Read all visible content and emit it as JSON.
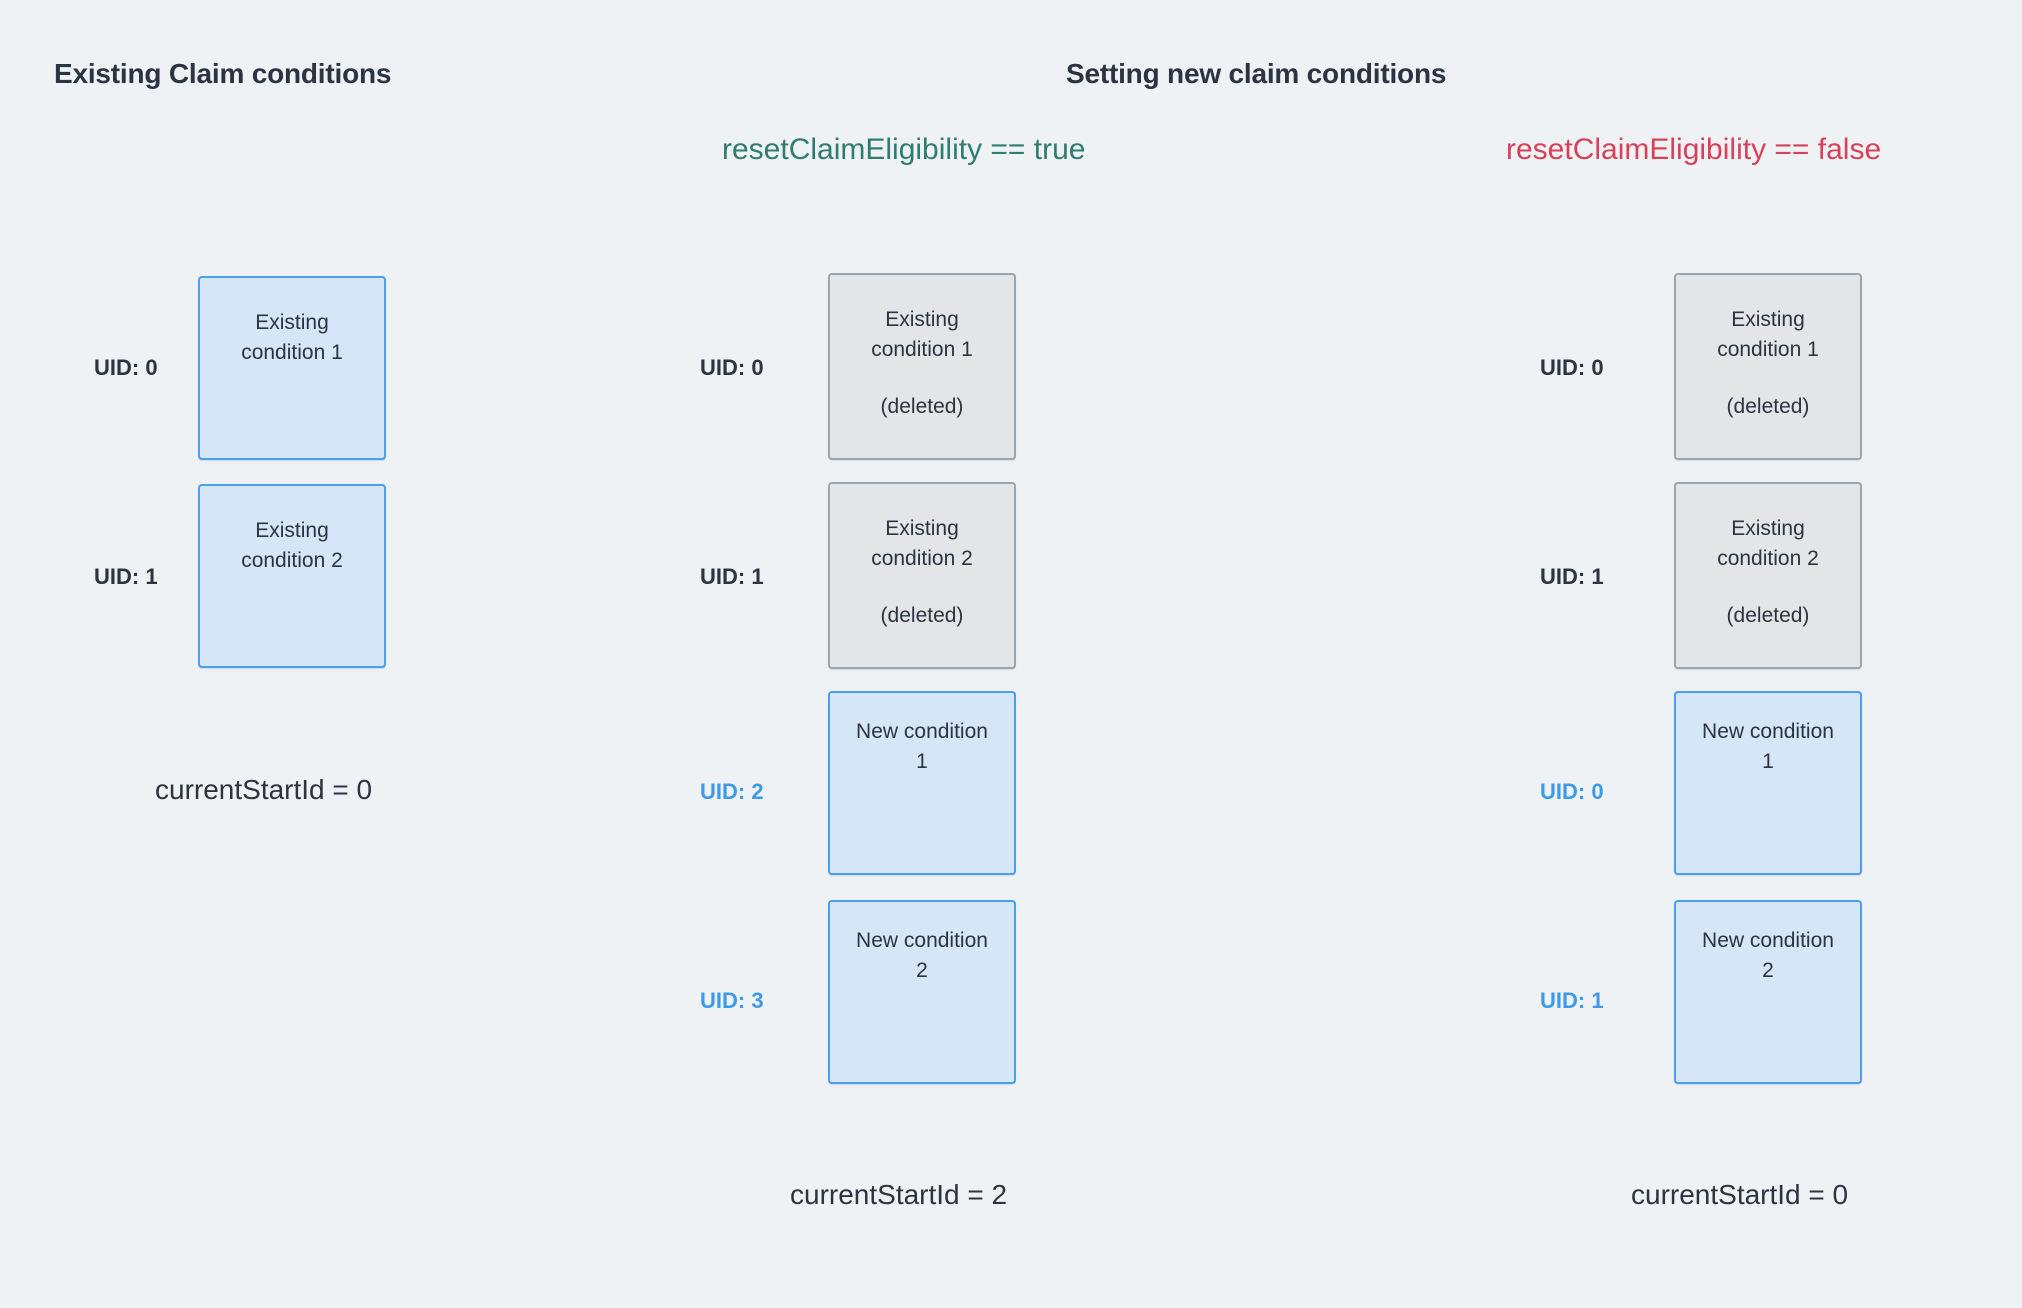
{
  "columns": {
    "existing": {
      "title": "Existing Claim conditions",
      "items": [
        {
          "uid": "UID: 0",
          "label": "Existing\ncondition 1",
          "state": "active"
        },
        {
          "uid": "UID: 1",
          "label": "Existing\ncondition 2",
          "state": "active"
        }
      ],
      "start_id": "currentStartId = 0"
    },
    "setting": {
      "title": "Setting new claim conditions"
    },
    "reset_true": {
      "expression": "resetClaimEligibility == true",
      "expression_color": "#2e7d6f",
      "items": [
        {
          "uid": "UID: 0",
          "label": "Existing\ncondition 1",
          "tag": "(deleted)",
          "state": "deleted"
        },
        {
          "uid": "UID: 1",
          "label": "Existing\ncondition 2",
          "tag": "(deleted)",
          "state": "deleted"
        },
        {
          "uid": "UID: 2",
          "label": "New condition\n1",
          "state": "new"
        },
        {
          "uid": "UID: 3",
          "label": "New condition\n2",
          "state": "new"
        }
      ],
      "start_id": "currentStartId = 2"
    },
    "reset_false": {
      "expression": "resetClaimEligibility == false",
      "expression_color": "#d94059",
      "items": [
        {
          "uid": "UID: 0",
          "label": "Existing\ncondition 1",
          "tag": "(deleted)",
          "state": "deleted"
        },
        {
          "uid": "UID: 1",
          "label": "Existing\ncondition 2",
          "tag": "(deleted)",
          "state": "deleted"
        },
        {
          "uid": "UID: 0",
          "label": "New condition\n1",
          "state": "new"
        },
        {
          "uid": "UID: 1",
          "label": "New condition\n2",
          "state": "new"
        }
      ],
      "start_id": "currentStartId = 0"
    }
  },
  "colors": {
    "background": "#eef2f5",
    "box_blue_fill": "#d4e6f8",
    "box_blue_border": "#4a9eea",
    "box_gray_fill": "#e3e5e7",
    "box_gray_border": "#9aa5ad",
    "text_dark": "#2b3440",
    "uid_blue": "#3d9ae8",
    "green": "#2e7d6f",
    "red": "#d94059"
  }
}
